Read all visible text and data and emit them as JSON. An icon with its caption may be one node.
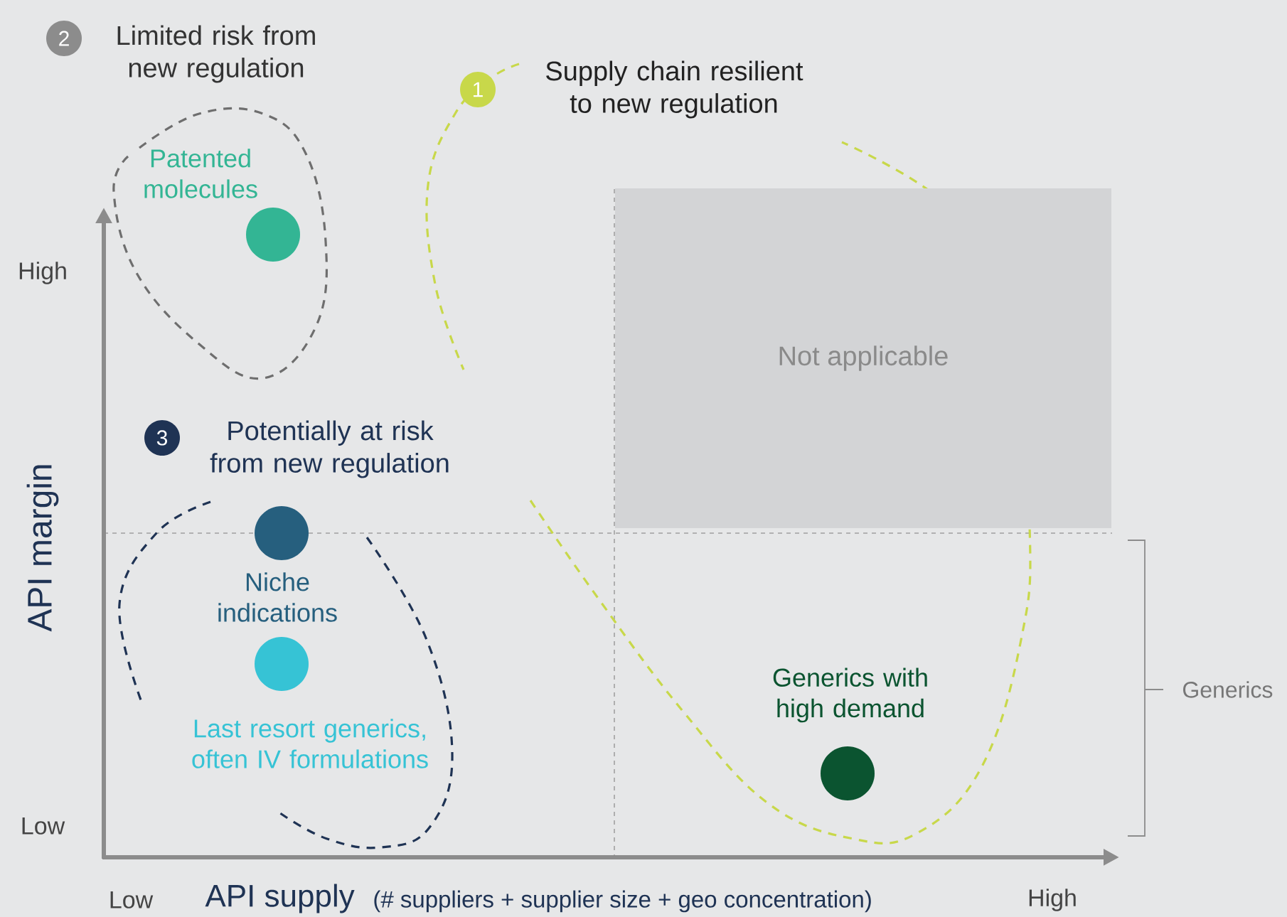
{
  "diagram": {
    "nodes": [
      {
        "text": [
          "2"
        ],
        "beside": [
          "Limited risk from new regulation"
        ]
      },
      {
        "text": [
          "1"
        ],
        "beside": [
          "Supply chain resilient to new regulation"
        ]
      },
      {
        "text": [],
        "shape": "circle",
        "beside": [
          "Patented molecules"
        ]
      },
      {
        "text": [
          "Not applicable"
        ]
      },
      {
        "text": [
          "3"
        ],
        "beside": [
          "Potentially at risk from new regulation"
        ]
      },
      {
        "text": [],
        "shape": "circle",
        "beside": [
          "Niche indications"
        ]
      },
      {
        "text": [],
        "shape": "circle",
        "beside": [
          "Last resort generics, often  IV formulations"
        ]
      },
      {
        "text": [],
        "shape": "circle",
        "beside": [
          "Generics with high demand"
        ]
      }
    ],
    "labels": [
      "High",
      "API margin",
      "Low",
      "Low",
      "API supply",
      "(# suppliers + supplier size + geo concentration)",
      "High",
      "Generics"
    ]
  }
}
